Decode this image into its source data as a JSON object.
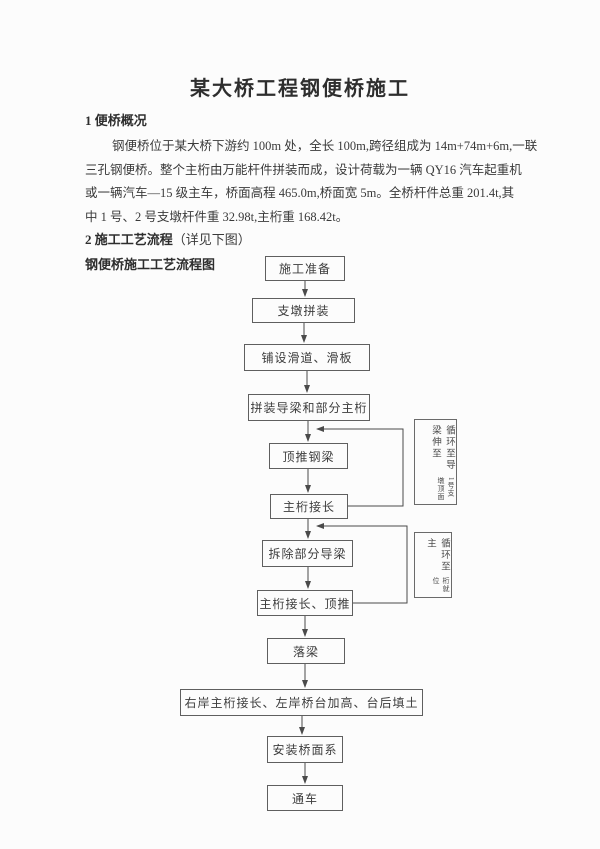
{
  "document": {
    "title": "某大桥工程钢便桥施工",
    "section1": {
      "heading": "1 便桥概况",
      "paragraph_lines": [
        "钢便桥位于某大桥下游约 100m 处，全长 100m,跨径组成为 14m+74m+6m,一联",
        "三孔钢便桥。整个主桁由万能杆件拼装而成，设计荷载为一辆 QY16 汽车起重机",
        "或一辆汽车—15 级主车，桥面高程 465.0m,桥面宽 5m。全桥杆件总重 201.4t,其",
        "中 1 号、2 号支墩杆件重 32.98t,主桁重 168.42t。"
      ]
    },
    "section2": {
      "heading_bold": "2 施工工艺流程",
      "heading_note": "（详见下图）",
      "chart_label": "钢便桥施工工艺流程图"
    }
  },
  "flowchart": {
    "steps": [
      {
        "label": "施工准备"
      },
      {
        "label": "支墩拼装"
      },
      {
        "label": "铺设滑道、滑板"
      },
      {
        "label": "拼装导梁和部分主桁"
      },
      {
        "label": "顶推钢梁"
      },
      {
        "label": "主桁接长"
      },
      {
        "label": "拆除部分导梁"
      },
      {
        "label": "主桁接长、顶推"
      },
      {
        "label": "落梁"
      },
      {
        "label": "右岸主桁接长、左岸桥台加高、台后填土"
      },
      {
        "label": "安装桥面系"
      },
      {
        "label": "通车"
      }
    ],
    "loop_notes": [
      {
        "main": "循环至导梁伸至",
        "sub": "1号支墩顶面"
      },
      {
        "main": "循环至主",
        "sub": "桁就位"
      }
    ]
  },
  "colors": {
    "background": "#fcfcfc",
    "text": "#333333",
    "box_border": "#5f5f5f",
    "arrow": "#4a4a4a"
  }
}
